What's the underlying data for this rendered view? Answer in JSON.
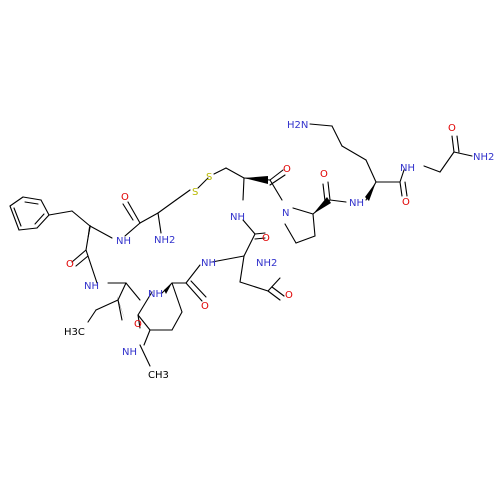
{
  "colors": {
    "bond": "#000000",
    "nitrogen": "#3333cc",
    "oxygen": "#e00000",
    "sulfur": "#b8b800",
    "carbon": "#000000"
  },
  "labels": {
    "amino_lys": "H2N",
    "amide_terminal_nh2": "NH2",
    "carbonyl_o": "O",
    "nh": "NH",
    "n_pro": "N",
    "s": "S",
    "amino_cys": "NH2",
    "asn_nh2": "NH2",
    "ring_nh": "NH",
    "methyl_c": "CH3",
    "ethyl_c": "H3C"
  }
}
